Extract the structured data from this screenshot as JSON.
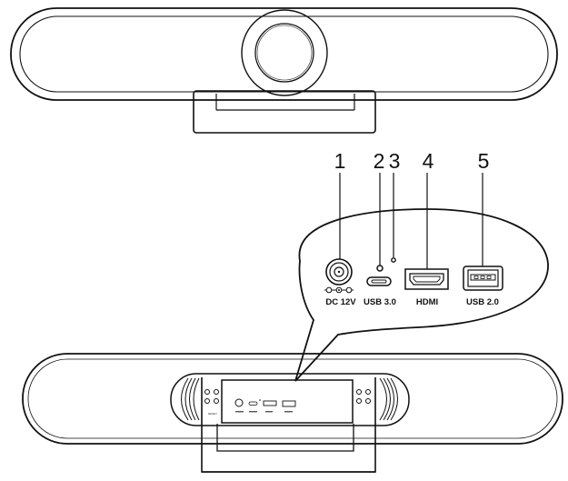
{
  "callouts": [
    {
      "number": "1",
      "port": "dc-power",
      "label": "DC 12V"
    },
    {
      "number": "2",
      "port": "usb-c",
      "label": "USB 3.0"
    },
    {
      "number": "3",
      "port": "indicator-hole",
      "label": ""
    },
    {
      "number": "4",
      "port": "hdmi",
      "label": "HDMI"
    },
    {
      "number": "5",
      "port": "usb-a",
      "label": "USB 2.0"
    }
  ],
  "icons": {
    "dc_polarity": "dc-polarity-icon"
  },
  "rear_panel_small": {
    "side_label": "RESET"
  },
  "colors": {
    "line": "#111111",
    "fill": "#ffffff"
  }
}
